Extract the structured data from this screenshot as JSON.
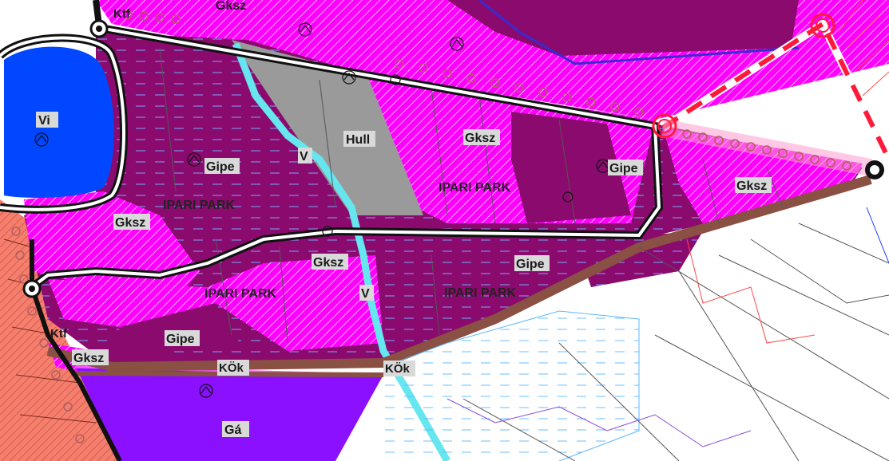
{
  "map": {
    "zones": {
      "vi": "Vi",
      "gipe_1": "Gipe",
      "gipe_2": "Gipe",
      "gipe_3": "Gipe",
      "gipe_4": "Gipe",
      "gksz_1": "Gksz",
      "gksz_2": "Gksz",
      "gksz_3": "Gksz",
      "gksz_4": "Gksz",
      "gksz_5": "Gksz",
      "gksz_top": "Gksz",
      "hull": "Hull",
      "v_1": "V",
      "v_2": "V",
      "ga": "Gá"
    },
    "park_labels": {
      "park_1": "IPARI PARK",
      "park_2": "IPARI PARK",
      "park_3": "IPARI PARK",
      "park_4": "IPARI PARK"
    },
    "roads": {
      "ktf_1": "Ktf",
      "ktf_2": "Ktf",
      "kok_1": "KÖk",
      "kok_2": "KÖk"
    },
    "colors": {
      "gksz": "#ff00ff",
      "gipe": "#8b0a6e",
      "hull": "#9a9a9a",
      "vi": "#0047ff",
      "water": "#66e6ee",
      "ga": "#8a10ff",
      "kok": "#8a5044",
      "residential": "#f47f6e",
      "rail": "#ff1a3c"
    }
  }
}
